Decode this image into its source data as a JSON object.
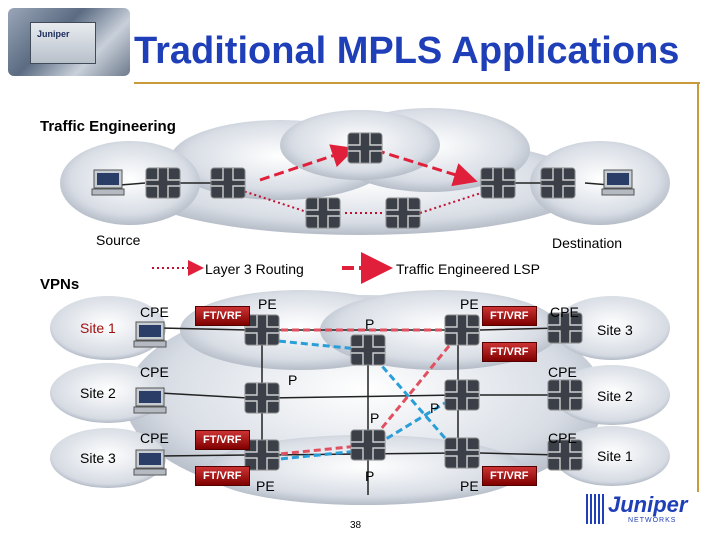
{
  "title": "Traditional MPLS Applications",
  "chip_label": "Juniper",
  "traffic_engineering": {
    "heading": "Traffic Engineering",
    "source_label": "Source",
    "destination_label": "Destination",
    "legend": {
      "layer3_label": "Layer 3 Routing",
      "te_lsp_label": "Traffic Engineered LSP"
    }
  },
  "vpns": {
    "heading": "VPNs",
    "sites_left": [
      "Site 1",
      "Site 2",
      "Site 3"
    ],
    "sites_right": [
      "Site 3",
      "Site 2",
      "Site 1"
    ],
    "cpe_label": "CPE",
    "pe_label": "PE",
    "p_label": "P",
    "vrf_label": "FT/VRF"
  },
  "logo": {
    "word": "Juniper",
    "sub": "NETWORKS"
  },
  "page_number": "38",
  "colors": {
    "title": "#1f3fb8",
    "accent": "#c89a3a",
    "te_lsp": "#e0203a",
    "layer3": "#c01030",
    "vpn_red": "#e05060",
    "vpn_blue": "#2a9ed8"
  }
}
